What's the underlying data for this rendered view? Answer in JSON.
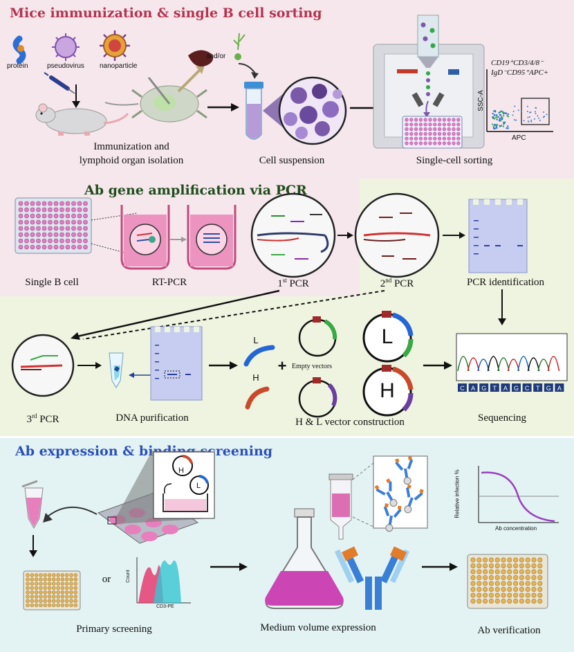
{
  "panel_a": {
    "title": "Mice immunization & single B cell sorting",
    "antigen_protein": "protein",
    "antigen_pseudovirus": "pseudovirus",
    "antigen_nanoparticle": "nanoparticle",
    "and_or": "and/or",
    "step1_line1": "Immunization and",
    "step1_line2": "lymphoid organ isolation",
    "step2": "Cell suspension",
    "step3": "Single-cell sorting",
    "gate_line1": "CD19⁺CD3/4/8⁻",
    "gate_line2": "IgD⁻CD95⁺APC+",
    "axis_y": "SSC-A",
    "axis_x": "APC"
  },
  "panel_b": {
    "title": "Ab gene amplification via PCR",
    "single_b_cell": "Single B cell",
    "rt_pcr": "RT-PCR",
    "pcr1_num": "1",
    "pcr1_sup": "st",
    "pcr1_rest": " PCR",
    "pcr2_num": "2",
    "pcr2_sup": "nd",
    "pcr2_rest": " PCR",
    "pcr_identification": "PCR identification",
    "pcr3_num": "3",
    "pcr3_sup": "rd",
    "pcr3_rest": " PCR",
    "dna_purification": "DNA purification",
    "chain_l": "L",
    "chain_h": "H",
    "plus": "+",
    "empty_vectors": "Empty vectors",
    "vector_l": "L",
    "vector_h": "H",
    "vector_construction": "H & L vector construction",
    "sequencing": "Sequencing",
    "seq_bases": [
      "C",
      "A",
      "G",
      "T",
      "A",
      "G",
      "C",
      "T",
      "G",
      "A"
    ]
  },
  "panel_c": {
    "title": "Ab expression & binding screening",
    "plasmid_h": "H",
    "plasmid_l": "L",
    "or": "or",
    "flow_y": "Count",
    "flow_x": "CD3-PE",
    "primary_screening": "Primary screening",
    "medium_expression": "Medium volume expression",
    "curve_y": "Relative infection %",
    "curve_x": "Ab concentration",
    "ab_verification": "Ab verification"
  },
  "colors": {
    "title_a": "#b5334f",
    "title_b": "#1f4d1c",
    "title_c": "#2b4fb8",
    "pink_medium": "#e96fb0",
    "vector_blue": "#2466d6",
    "vector_red": "#c84a2b",
    "vector_green": "#3aa845",
    "vector_purple": "#6b3fa0"
  }
}
